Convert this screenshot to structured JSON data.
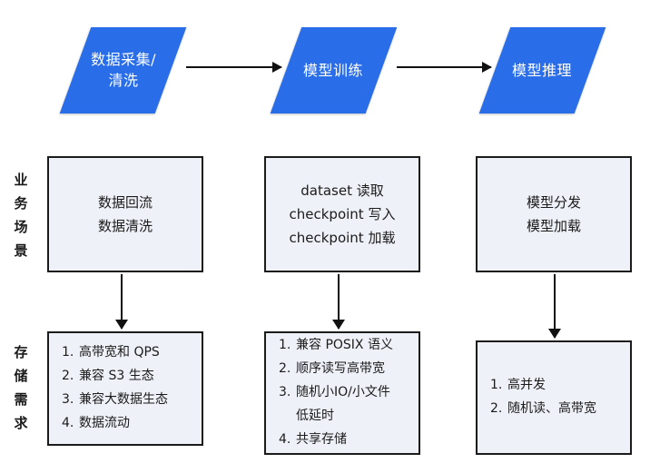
{
  "diagram": {
    "stages": [
      {
        "id": "stage-data-collection",
        "label": "数据采集/\n清洗"
      },
      {
        "id": "stage-model-training",
        "label": "模型训练"
      },
      {
        "id": "stage-model-inference",
        "label": "模型推理"
      }
    ],
    "row_labels": [
      {
        "id": "row-label-business-scenario",
        "chars": [
          "业",
          "务",
          "场",
          "景"
        ]
      },
      {
        "id": "row-label-storage-requirement",
        "chars": [
          "存",
          "储",
          "需",
          "求"
        ]
      }
    ],
    "scenario_boxes": [
      {
        "id": "scenario-box-1",
        "lines": [
          "数据回流",
          "数据清洗"
        ]
      },
      {
        "id": "scenario-box-2",
        "lines": [
          "dataset 读取",
          "checkpoint 写入",
          "checkpoint 加载"
        ]
      },
      {
        "id": "scenario-box-3",
        "lines": [
          "模型分发",
          "模型加载"
        ]
      }
    ],
    "requirement_boxes": [
      {
        "id": "requirement-box-1",
        "items": [
          {
            "num": "1.",
            "text": "高带宽和 QPS"
          },
          {
            "num": "2.",
            "text": "兼容 S3 生态"
          },
          {
            "num": "3.",
            "text": "兼容大数据生态"
          },
          {
            "num": "4.",
            "text": "数据流动"
          }
        ]
      },
      {
        "id": "requirement-box-2",
        "items": [
          {
            "num": "1.",
            "text": "兼容 POSIX 语义"
          },
          {
            "num": "2.",
            "text": "顺序读写高带宽"
          },
          {
            "num": "3.",
            "text": "随机小IO/小文件"
          },
          {
            "num": "",
            "text": "低延时"
          },
          {
            "num": "4.",
            "text": "共享存储"
          }
        ]
      },
      {
        "id": "requirement-box-3",
        "items": [
          {
            "num": "1.",
            "text": "高并发"
          },
          {
            "num": "2.",
            "text": "随机读、高带宽"
          }
        ]
      }
    ],
    "colors": {
      "stage_fill": "#2a6de8",
      "stage_text": "#ffffff",
      "box_fill": "#eef1f8",
      "box_border": "#1b1b1b",
      "arrow": "#111111",
      "background": "#ffffff"
    }
  }
}
